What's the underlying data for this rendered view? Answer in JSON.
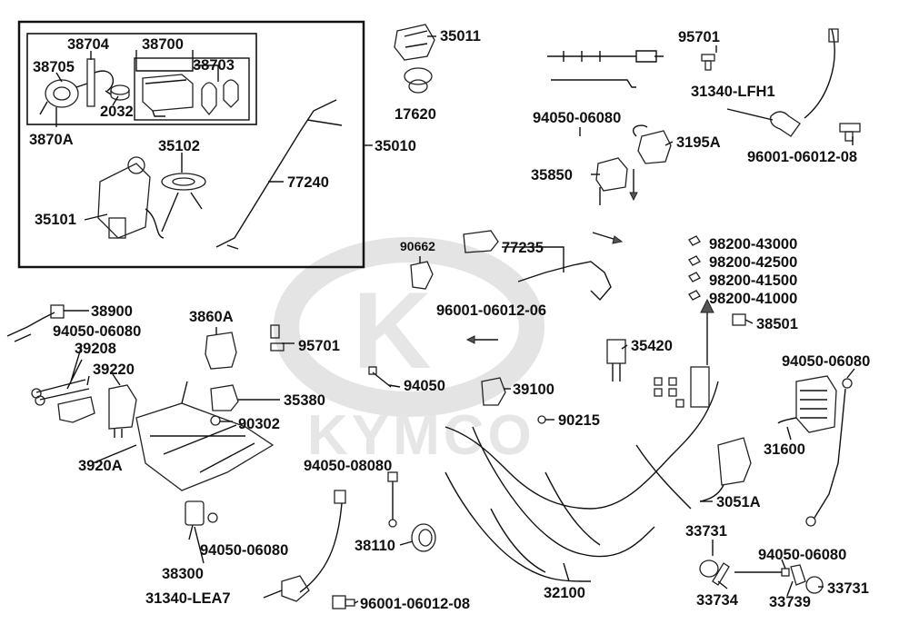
{
  "watermark": {
    "brand": "KYMCO",
    "logo_letter": "K"
  },
  "labels": {
    "l38704": "38704",
    "l38700": "38700",
    "l38705": "38705",
    "l38703": "38703",
    "l2032": "2032",
    "l3870A": "3870A",
    "l35102": "35102",
    "l35101": "35101",
    "l77240": "77240",
    "l35010": "35010",
    "l35011": "35011",
    "l17620": "17620",
    "l95701a": "95701",
    "l31340LFH1": "31340-LFH1",
    "l94050_06080a": "94050-06080",
    "l3195A": "3195A",
    "l35850": "35850",
    "l96001_06012_08a": "96001-06012-08",
    "l90662": "90662",
    "l77235": "77235",
    "l96001_06012_06": "96001-06012-06",
    "l98200_43000": "98200-43000",
    "l98200_42500": "98200-42500",
    "l98200_41500": "98200-41500",
    "l98200_41000": "98200-41000",
    "l38501": "38501",
    "l38900": "38900",
    "l94050_06080b": "94050-06080",
    "l39208": "39208",
    "l39220": "39220",
    "l3860A": "3860A",
    "l95701b": "95701",
    "l35420": "35420",
    "l94050_06080c": "94050-06080",
    "l94050": "94050",
    "l39100": "39100",
    "l35380": "35380",
    "l90302": "90302",
    "l90215": "90215",
    "l31600": "31600",
    "l3920A": "3920A",
    "l94050_08080": "94050-08080",
    "l3051A": "3051A",
    "l33731a": "33731",
    "l94050_06080d": "94050-06080",
    "l38300": "38300",
    "l38110": "38110",
    "l32100": "32100",
    "l33734": "33734",
    "l33739": "33739",
    "l33731b": "33731",
    "l94050_06080e": "94050-06080",
    "l31340LEA7": "31340-LEA7",
    "l96001_06012_08b": "96001-06012-08"
  }
}
